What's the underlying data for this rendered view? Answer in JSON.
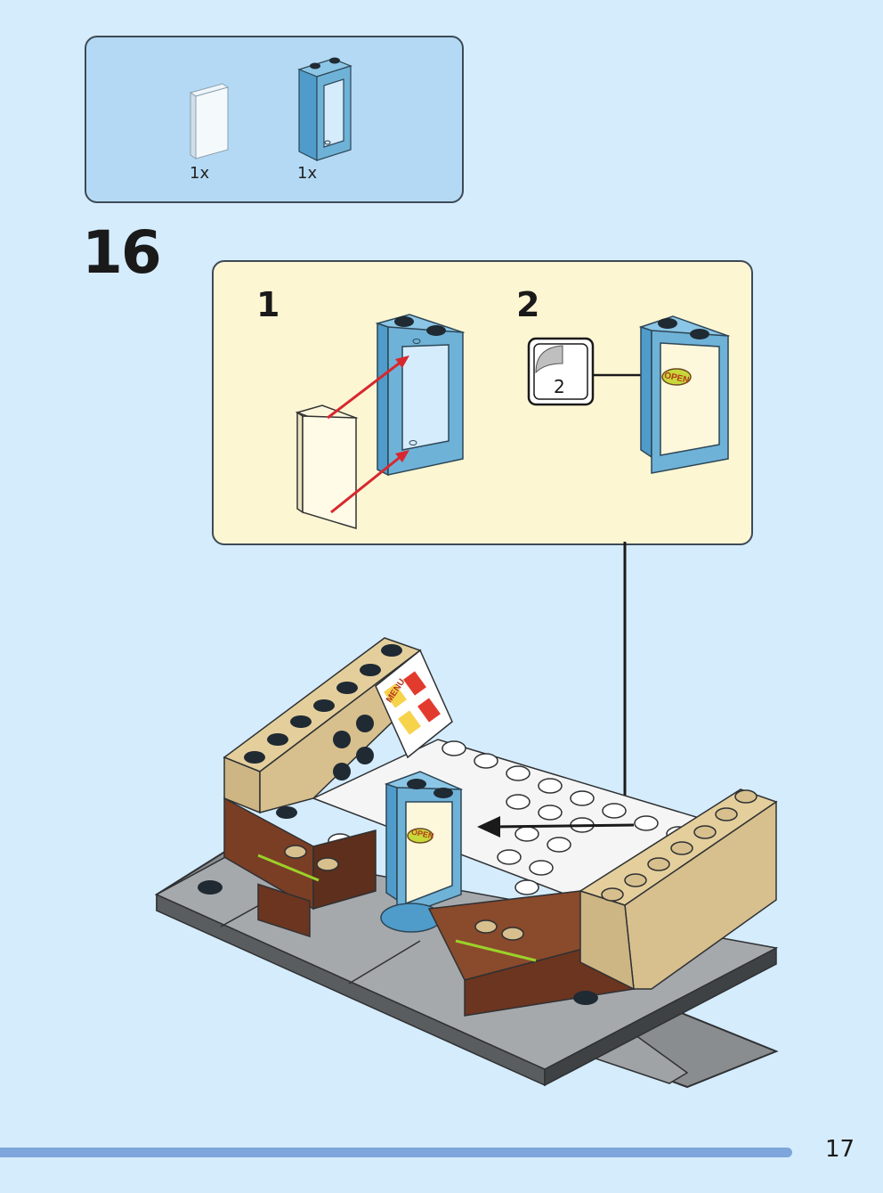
{
  "parts_list": {
    "items": [
      {
        "name": "glass-pane",
        "qty": "1x"
      },
      {
        "name": "window-frame",
        "qty": "1x"
      }
    ]
  },
  "step": {
    "number": "16",
    "callout": {
      "substeps": [
        {
          "number": "1"
        },
        {
          "number": "2",
          "sticker_number": "2",
          "sticker_text": "OPEN"
        }
      ]
    },
    "model_labels": {
      "door_sticker": "OPEN",
      "menu_sign": "MENU"
    }
  },
  "page": {
    "number": "17"
  },
  "colors": {
    "background": "#d5ecfc",
    "parts_panel": "#b4d9f4",
    "callout": "#fdf6d3",
    "medium_azure": "#6fb2d8",
    "tan": "#d7c08e",
    "reddish_brown": "#8a4a2c",
    "white": "#f5f5f5",
    "dark_gray": "#5a5d60",
    "arrow_red": "#d7282f",
    "page_bar": "#7ea6dc"
  }
}
